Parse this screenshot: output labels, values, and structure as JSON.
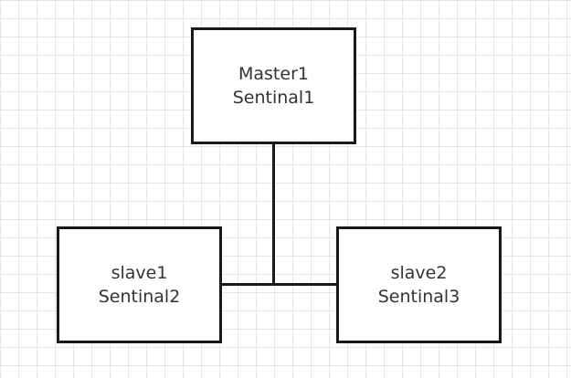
{
  "diagram": {
    "nodes": [
      {
        "id": "master",
        "lines": [
          "Master1",
          "Sentinal1"
        ]
      },
      {
        "id": "slave1",
        "lines": [
          "slave1",
          "Sentinal2"
        ]
      },
      {
        "id": "slave2",
        "lines": [
          "slave2",
          "Sentinal3"
        ]
      }
    ],
    "edges": [
      {
        "from": "master",
        "to": "slave1"
      },
      {
        "from": "master",
        "to": "slave2"
      }
    ],
    "colors": {
      "border": "#1a1a1a",
      "text": "#333333",
      "grid": "#e6e6e6",
      "background": "#ffffff"
    }
  }
}
